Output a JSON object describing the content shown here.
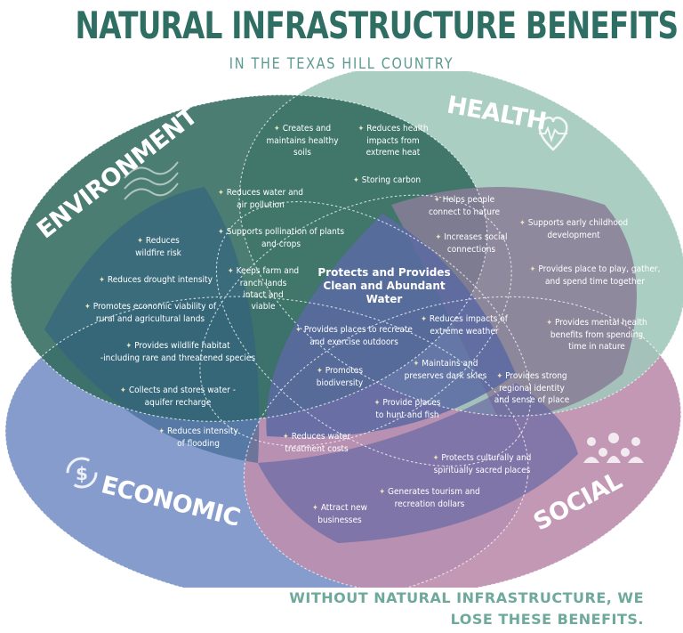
{
  "title": "NATURAL INFRASTRUCTURE BENEFITS",
  "subtitle": "IN THE TEXAS HILL COUNTRY",
  "categories": {
    "environment": "ENVIRONMENT",
    "health": "HEALTH",
    "economic": "ECONOMIC",
    "social": "SOCIAL"
  },
  "colors": {
    "environment": "#326b5f",
    "health": "#9fc7bb",
    "economic": "#7f97c9",
    "social": "#bd8faf",
    "title": "#2f6e63"
  },
  "icons": {
    "health": "heart-pulse-icon",
    "environment": "wind-waves-icon",
    "economic": "dollar-cycle-icon",
    "social": "people-group-icon"
  },
  "center_title": "Protects and Provides\nClean and Abundant Water",
  "benefits": {
    "env_health": [
      "Creates and\nmaintains healthy\nsoils",
      "Reduces health\nimpacts from\nextreme heat",
      "Storing carbon"
    ],
    "env_health_econ": [
      "Reduces water and\nair pollution",
      "Supports pollination of plants\nand crops",
      "Keeps farm and\nranch lands\nintact and\nviable"
    ],
    "env_econ": [
      "Reduces\nwildfire risk",
      "Reduces drought intensity",
      "Promotes economic viability of\nrural and agricultural lands",
      "Provides wildlife habitat\n-including rare and threatened species",
      "Collects and stores water -\naquifer recharge",
      "Reduces intensity\nof flooding"
    ],
    "health_social_env": [
      "Helps people\nconnect to nature",
      "Increases social\nconnections"
    ],
    "health_social": [
      "Supports early childhood\ndevelopment",
      "Provides place to play, gather,\nand spend time together",
      "Provides mental health\nbenefits from spending\ntime in nature"
    ],
    "all": [
      "Provides places to recreate\nand exercise outdoors",
      "Reduces impacts of\nextreme weather",
      "Promotes\nbiodiversity",
      "Maintains and\npreserves dark skies",
      "Provide places\nto hunt and fish"
    ],
    "social_health_econ": [
      "Provides strong\nregional identity\nand sense of place"
    ],
    "econ_env_social": [
      "Reduces water\ntreatment costs"
    ],
    "econ_social": [
      "Protects culturally and\nspiritually sacred places",
      "Generates tourism and\nrecreation dollars",
      "Attract new\nbusinesses"
    ]
  },
  "footer": "WITHOUT NATURAL INFRASTRUCTURE, WE\nLOSE THESE BENEFITS."
}
